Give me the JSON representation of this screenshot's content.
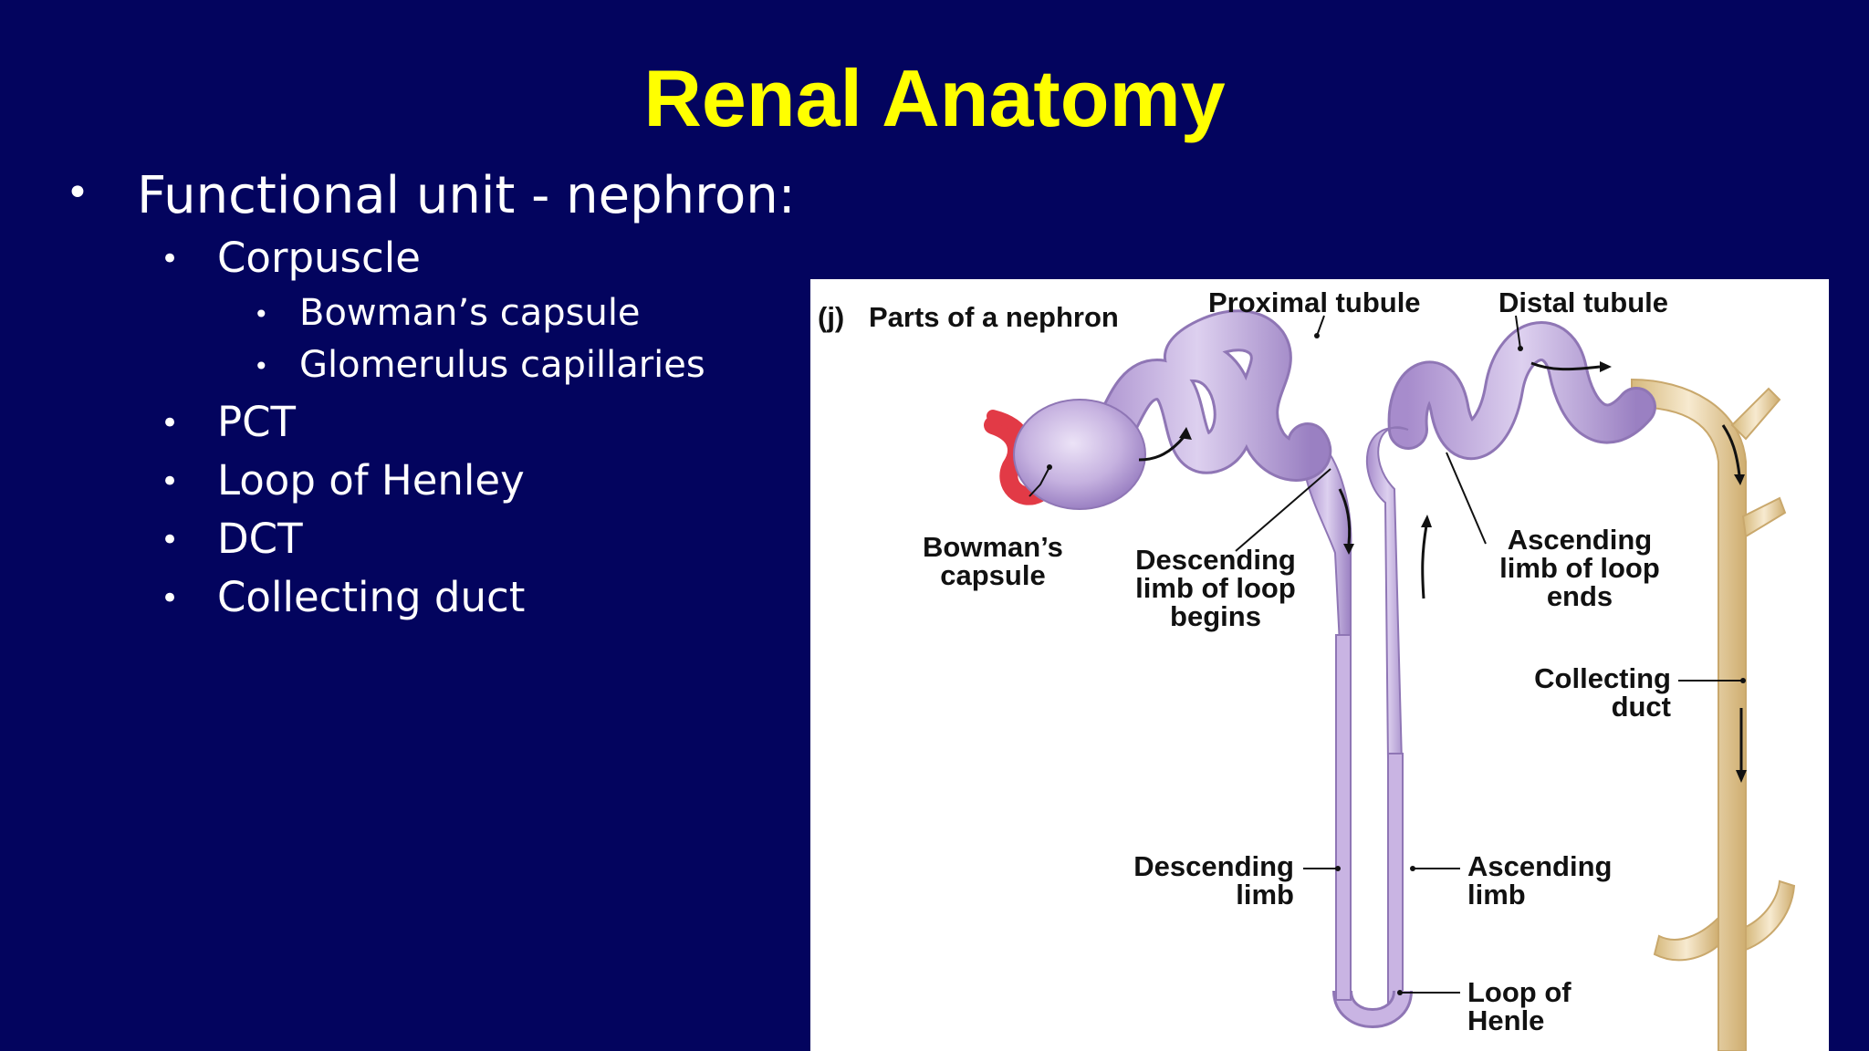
{
  "slide": {
    "title": "Renal Anatomy",
    "bullets": {
      "level1": "Functional unit - nephron:",
      "corpuscle": "Corpuscle",
      "bowman": "Bowman’s capsule",
      "glomerulus": "Glomerulus capillaries",
      "pct": "PCT",
      "loop": "Loop of Henley",
      "dct": "DCT",
      "collecting": "Collecting duct"
    },
    "bullet_symbol": "•"
  },
  "figure": {
    "panel_letter": "(j)",
    "caption": "Parts of a nephron",
    "labels": {
      "proximal_tubule": "Proximal tubule",
      "distal_tubule": "Distal tubule",
      "bowmans_capsule_1": "Bowman’s",
      "bowmans_capsule_2": "capsule",
      "descending_begins_1": "Descending",
      "descending_begins_2": "limb of loop",
      "descending_begins_3": "begins",
      "ascending_ends_1": "Ascending",
      "ascending_ends_2": "limb of loop",
      "ascending_ends_3": "ends",
      "collecting_duct_1": "Collecting",
      "collecting_duct_2": "duct",
      "descending_limb_1": "Descending",
      "descending_limb_2": "limb",
      "ascending_limb_1": "Ascending",
      "ascending_limb_2": "limb",
      "loop_of_henle_1": "Loop of",
      "loop_of_henle_2": "Henle"
    },
    "colors": {
      "tubule": "#c9b4e3",
      "tubule_edge": "#8f76b5",
      "duct": "#f1deb4",
      "duct_edge": "#c9a86c",
      "vessel": "#e23a46"
    }
  }
}
